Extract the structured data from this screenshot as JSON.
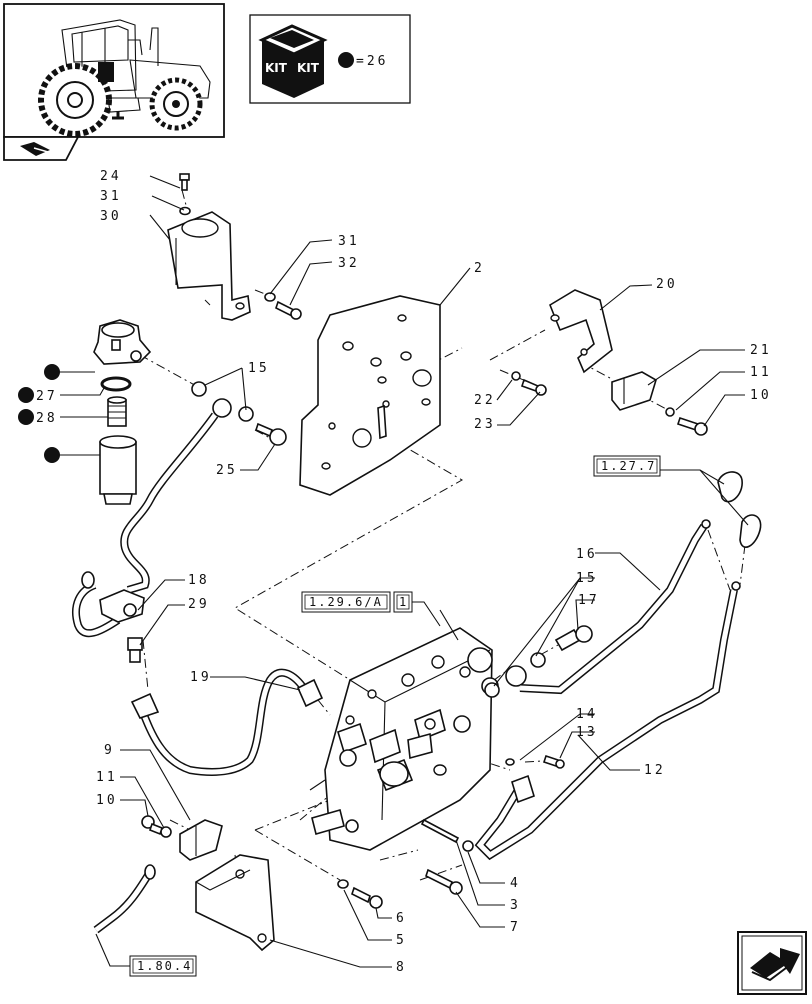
{
  "kit_box": {
    "kit_text_1": "KIT",
    "kit_text_2": "KIT",
    "kit_ref": "=26"
  },
  "callouts": {
    "c24": "24",
    "c31a": "31",
    "c30": "30",
    "c31b": "31",
    "c32": "32",
    "c2": "2",
    "c20": "20",
    "c21": "21",
    "c11a": "11",
    "c10a": "10",
    "c22": "22",
    "c23": "23",
    "c15a": "15",
    "c25": "25",
    "c27": "27",
    "c28": "28",
    "c16": "16",
    "c15b": "15",
    "c17": "17",
    "c18": "18",
    "c29": "29",
    "c19": "19",
    "c14": "14",
    "c13": "13",
    "c12": "12",
    "c9": "9",
    "c11b": "11",
    "c10b": "10",
    "c4": "4",
    "c3": "3",
    "c7": "7",
    "c6": "6",
    "c5": "5",
    "c8": "8"
  },
  "references": {
    "ref_1277": "1.27.7",
    "ref_1296a": "1.29.6/A",
    "ref_1": "1",
    "ref_1804": "1.80.4"
  },
  "icons": [
    "tractor-thumbnail-icon",
    "kit-box-icon",
    "book-ref-icon",
    "next-page-arrow-icon"
  ]
}
